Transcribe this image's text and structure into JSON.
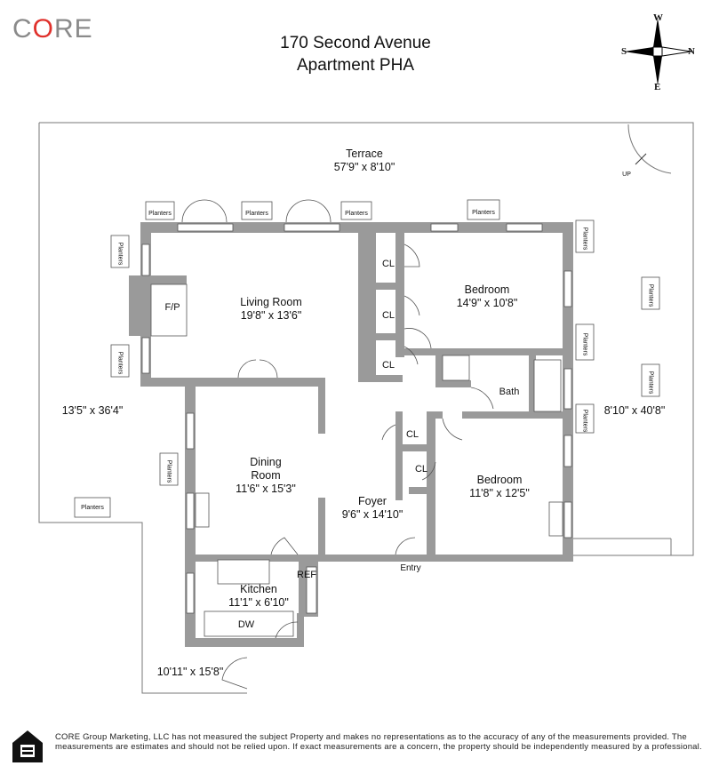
{
  "brand": {
    "logo_text": "CORE"
  },
  "header": {
    "line1": "170 Second Avenue",
    "line2": "Apartment PHA"
  },
  "compass": {
    "north": "N",
    "south": "S",
    "east": "E",
    "west": "W"
  },
  "rooms": {
    "terrace": {
      "name": "Terrace",
      "dims": "57'9\" x 8'10\""
    },
    "living": {
      "name": "Living Room",
      "dims": "19'8\" x 13'6\""
    },
    "bedroom1": {
      "name": "Bedroom",
      "dims": "14'9\" x 10'8\""
    },
    "bedroom2": {
      "name": "Bedroom",
      "dims": "11'8\" x 12'5\""
    },
    "dining": {
      "name": "Dining",
      "name2": "Room",
      "dims": "11'6\" x 15'3\""
    },
    "foyer": {
      "name": "Foyer",
      "dims": "9'6\" x 14'10\""
    },
    "kitchen": {
      "name": "Kitchen",
      "dims": "11'1\" x 6'10\""
    },
    "bath": {
      "name": "Bath"
    }
  },
  "labels": {
    "fp": "F/P",
    "cl": "CL",
    "ref": "REF",
    "dw": "DW",
    "entry": "Entry",
    "up": "UP",
    "planters": "Planters",
    "west_terrace": "13'5\" x 36'4\"",
    "east_terrace": "8'10\" x 40'8\"",
    "south_terrace": "10'11\" x 15'8\""
  },
  "footer": {
    "disclaimer": "CORE Group Marketing, LLC has not measured the subject Property and makes no representations as to the accuracy of any of the measurements provided. The measurements are estimates and should not be relied upon. If exact measurements are a concern, the property should be independently measured by a professional."
  },
  "colors": {
    "wall": "#9a9a9a",
    "logo_gray": "#8a8a8a",
    "logo_red": "#e0312c"
  }
}
